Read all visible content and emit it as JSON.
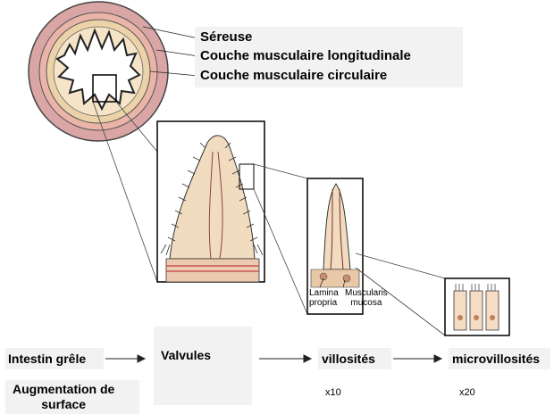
{
  "layers": {
    "sereuse": "Séreuse",
    "longitudinal": "Couche musculaire longitudinale",
    "circular": "Couche musculaire circulaire"
  },
  "inset_labels": {
    "lamina_propria": "Lamina\npropria",
    "muscularis_mucosa": "Muscularis\nmucosa"
  },
  "flow": {
    "intestin": "Intestin grêle",
    "valvules": "Valvules",
    "villosites": "villosités",
    "microvillosites": "microvillosités"
  },
  "augmentation": {
    "label": "Augmentation de\nsurface",
    "villosites_factor": "x10",
    "microvillosites_factor": "x20"
  },
  "colors": {
    "wall_outer": "#d9a0a0",
    "wall_inner": "#e8c89c",
    "tissue": "#f0dcc0",
    "accent_red": "#c04040"
  }
}
